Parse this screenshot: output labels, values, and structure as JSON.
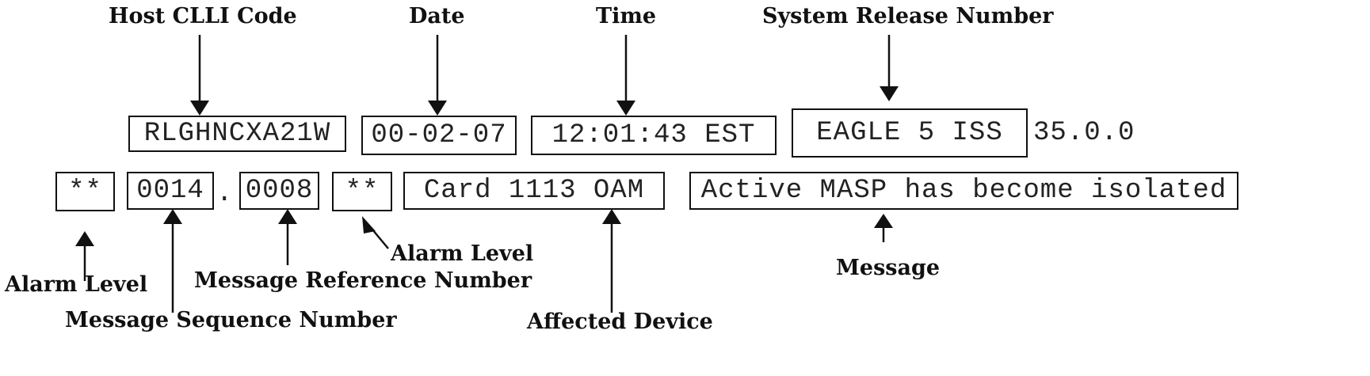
{
  "labels": {
    "host_clli_code": "Host CLLI Code",
    "date": "Date",
    "time": "Time",
    "system_release_number": "System Release Number",
    "alarm_level_left": "Alarm Level",
    "message_sequence_number": "Message Sequence Number",
    "message_reference_number": "Message Reference Number",
    "alarm_level_right": "Alarm Level",
    "affected_device": "Affected Device",
    "message": "Message"
  },
  "fields": {
    "host_clli": "RLGHNCXA21W",
    "date": "00-02-07",
    "time": "12:01:43 EST",
    "system": "EAGLE 5 ISS",
    "release": "35.0.0",
    "alarm_left": "**",
    "sequence": "0014",
    "separator": ".",
    "reference": "0008",
    "alarm_right": "**",
    "device": "Card 1113 OAM",
    "message": "Active MASP has become isolated"
  }
}
